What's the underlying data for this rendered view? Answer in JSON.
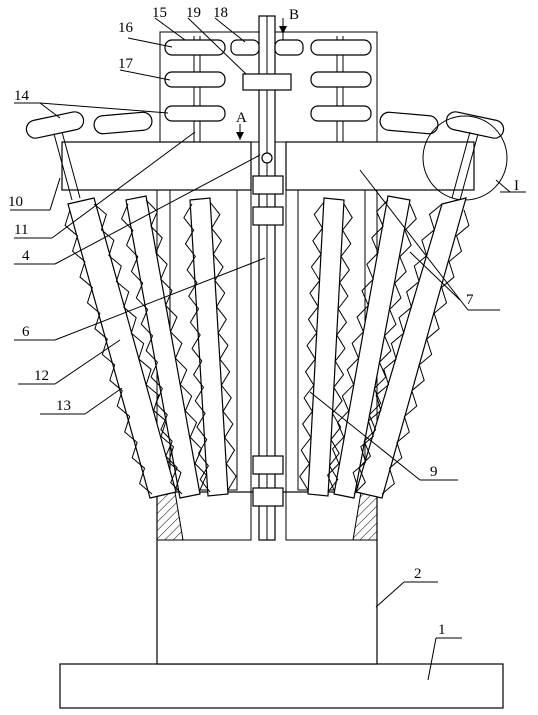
{
  "labels": {
    "n1": "1",
    "n2": "2",
    "n4": "4",
    "n6": "6",
    "n7": "7",
    "n9": "9",
    "n10": "10",
    "n11": "11",
    "n12": "12",
    "n13": "13",
    "n14": "14",
    "n15": "15",
    "n16": "16",
    "n17": "17",
    "n18": "18",
    "n19": "19",
    "sectionA": "A",
    "sectionB": "B",
    "detailI": "I"
  }
}
